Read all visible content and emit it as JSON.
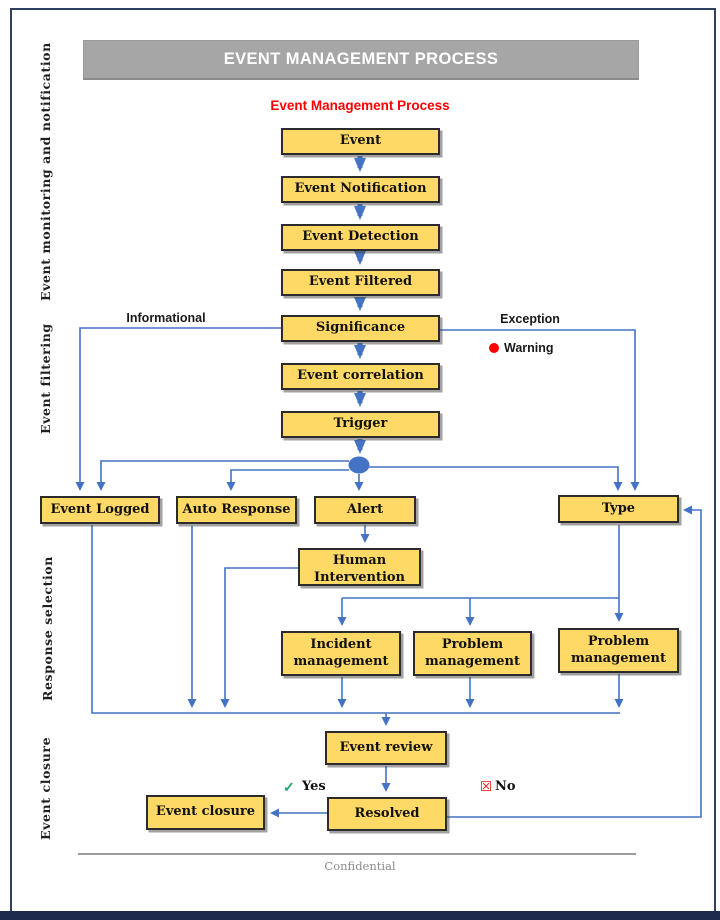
{
  "header": {
    "title": "EVENT MANAGEMENT PROCESS"
  },
  "diagram": {
    "title": "Event Management Process",
    "sections": [
      "Event monitoring and notification",
      "Event filtering",
      "Response selection",
      "Event closure"
    ],
    "nodes": {
      "event": "Event",
      "event_notification": "Event Notification",
      "event_detection": "Event Detection",
      "event_filtered": "Event Filtered",
      "significance": "Significance",
      "event_correlation": "Event correlation",
      "trigger": "Trigger",
      "event_logged": "Event Logged",
      "auto_response": "Auto Response",
      "alert": "Alert",
      "type": "Type",
      "human_intervention": "Human Intervention",
      "incident_management": "Incident management",
      "problem_management_1": "Problem management",
      "problem_management_2": "Problem management",
      "event_review": "Event review",
      "resolved": "Resolved",
      "event_closure": "Event closure"
    },
    "labels": {
      "informational": "Informational",
      "exception": "Exception",
      "warning": "Warning",
      "yes": "Yes",
      "no": "No"
    },
    "icons": {
      "yes_check": "✓",
      "no_cross": "☒"
    },
    "colors": {
      "connector_blue": "#4472C4",
      "node_fill": "#FFD966",
      "node_border": "#2B2B2B",
      "header_bg": "#A6A6A6",
      "title_red": "#FF0000",
      "warning_red": "#FF0000",
      "yes_green": "#21A366",
      "frame_navy": "#31405F"
    }
  },
  "footer": {
    "text": "Confidential"
  }
}
